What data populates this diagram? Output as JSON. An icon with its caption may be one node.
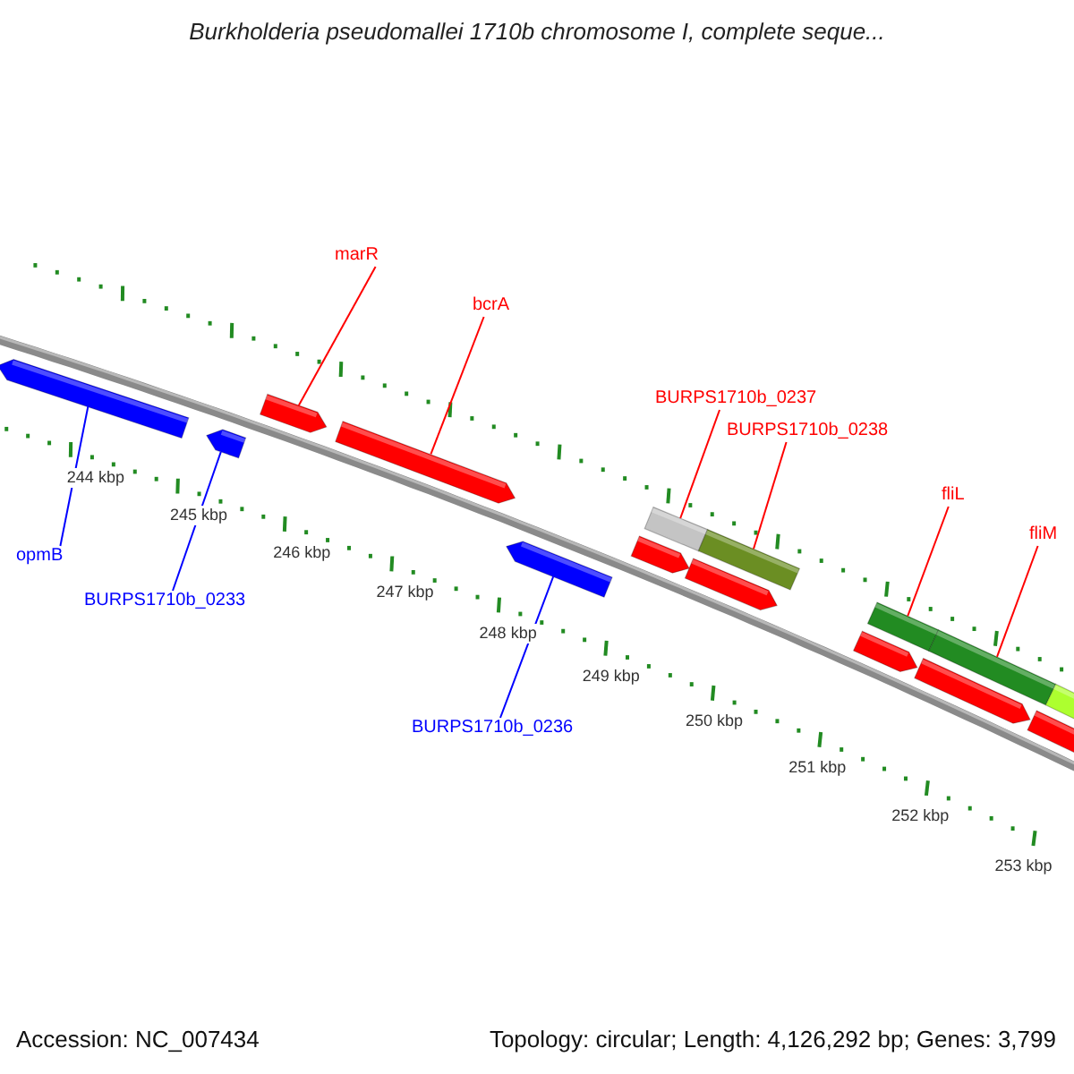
{
  "diagram": {
    "title": "Burkholderia pseudomallei 1710b chromosome I, complete seque...",
    "nodes": [
      {
        "text": [
          "marR"
        ]
      },
      {
        "text": [
          "bcrA"
        ]
      },
      {
        "text": [
          "BURPS1710b_0237"
        ]
      },
      {
        "text": [
          "BURPS1710b_0238"
        ]
      },
      {
        "text": [
          "fliL"
        ]
      },
      {
        "text": [
          "fliM"
        ]
      },
      {
        "text": [
          "opmB"
        ]
      },
      {
        "text": [
          "BURPS1710b_0233"
        ]
      },
      {
        "text": [
          "BURPS1710b_0236"
        ]
      },
      {
        "text": [],
        "shape": "bar"
      },
      {
        "text": [],
        "shape": "bar"
      },
      {
        "text": [],
        "shape": "bar"
      },
      {
        "text": [],
        "shape": "bar"
      },
      {
        "text": [],
        "shape": "bar"
      },
      {
        "text": [],
        "shape": "bar"
      },
      {
        "text": [],
        "shape": "bar"
      },
      {
        "text": [],
        "shape": "bar"
      },
      {
        "text": [],
        "shape": "bar"
      },
      {
        "text": [],
        "shape": "bar"
      },
      {
        "text": [],
        "shape": "bar"
      },
      {
        "text": [],
        "shape": "bar"
      },
      {
        "text": [],
        "shape": "bar"
      },
      {
        "text": [],
        "shape": "bar"
      },
      {
        "text": [],
        "shape": "bar"
      }
    ],
    "edges": [
      {
        "from": 0,
        "to": 11,
        "arrow": "none"
      },
      {
        "from": 1,
        "to": 12,
        "arrow": "none"
      },
      {
        "from": 2,
        "to": 15,
        "arrow": "none"
      },
      {
        "from": 3,
        "to": 17,
        "arrow": "none"
      },
      {
        "from": 4,
        "to": 19,
        "arrow": "none"
      },
      {
        "from": 5,
        "to": 21,
        "arrow": "none"
      },
      {
        "from": 6,
        "to": 9,
        "arrow": "none",
        "color": "#0000ff"
      },
      {
        "from": 7,
        "to": 10,
        "arrow": "none",
        "color": "#0000ff"
      },
      {
        "from": 8,
        "to": 13,
        "arrow": "none",
        "color": "#0000ff"
      }
    ],
    "labels": [
      "244 kbp",
      "245 kbp",
      "246 kbp",
      "247 kbp",
      "248 kbp",
      "249 kbp",
      "250 kbp",
      "251 kbp",
      "252 kbp",
      "253 kbp",
      "Accession: NC_007434",
      "Topology: circular; Length: 4,126,292 bp; Genes: 3,799"
    ]
  }
}
